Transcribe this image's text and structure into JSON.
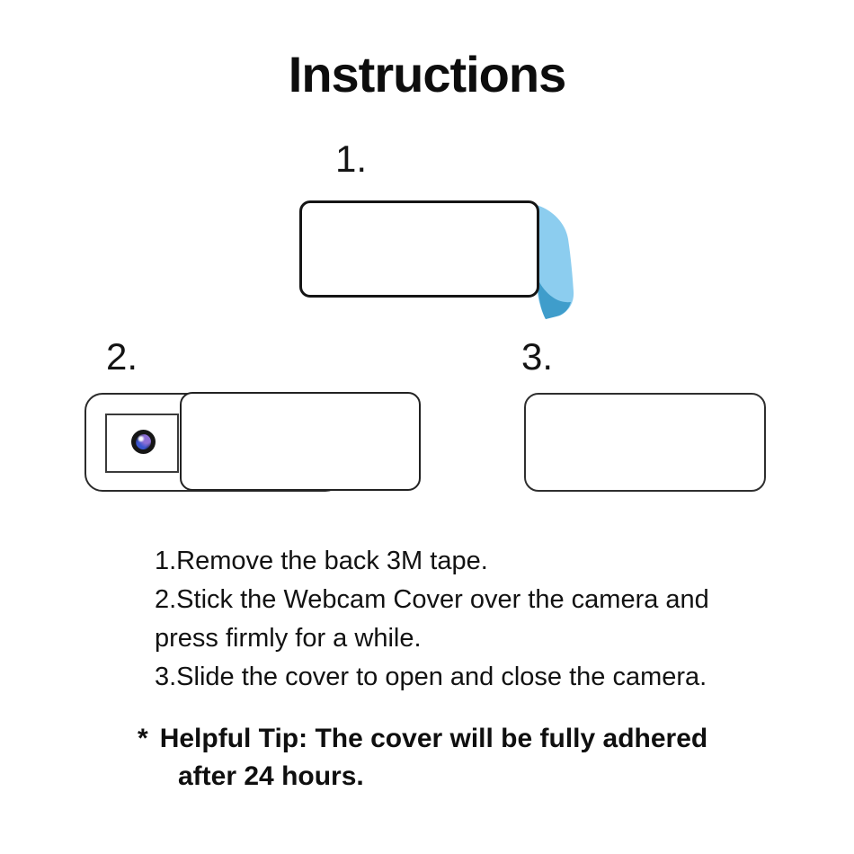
{
  "title": "Instructions",
  "step_labels": {
    "one": "1.",
    "two": "2.",
    "three": "3."
  },
  "instructions": {
    "line1": "1.Remove the back 3M tape.",
    "line2": "2.Stick the Webcam Cover over the camera and",
    "line3": "press firmly for a while.",
    "line4": "3.Slide the cover to open and close the camera."
  },
  "tip": {
    "bullet": "*",
    "line1": "Helpful Tip: The cover will be fully adhered",
    "line2": "after 24 hours."
  },
  "colors": {
    "background": "#ffffff",
    "outline": "#1a1a1a",
    "tape_light": "#8CCDEF",
    "tape_dark": "#3F9DCB",
    "lens_ring": "#161616"
  },
  "icons": {
    "tape": "tape-peel-icon",
    "lens": "camera-lens-icon"
  }
}
